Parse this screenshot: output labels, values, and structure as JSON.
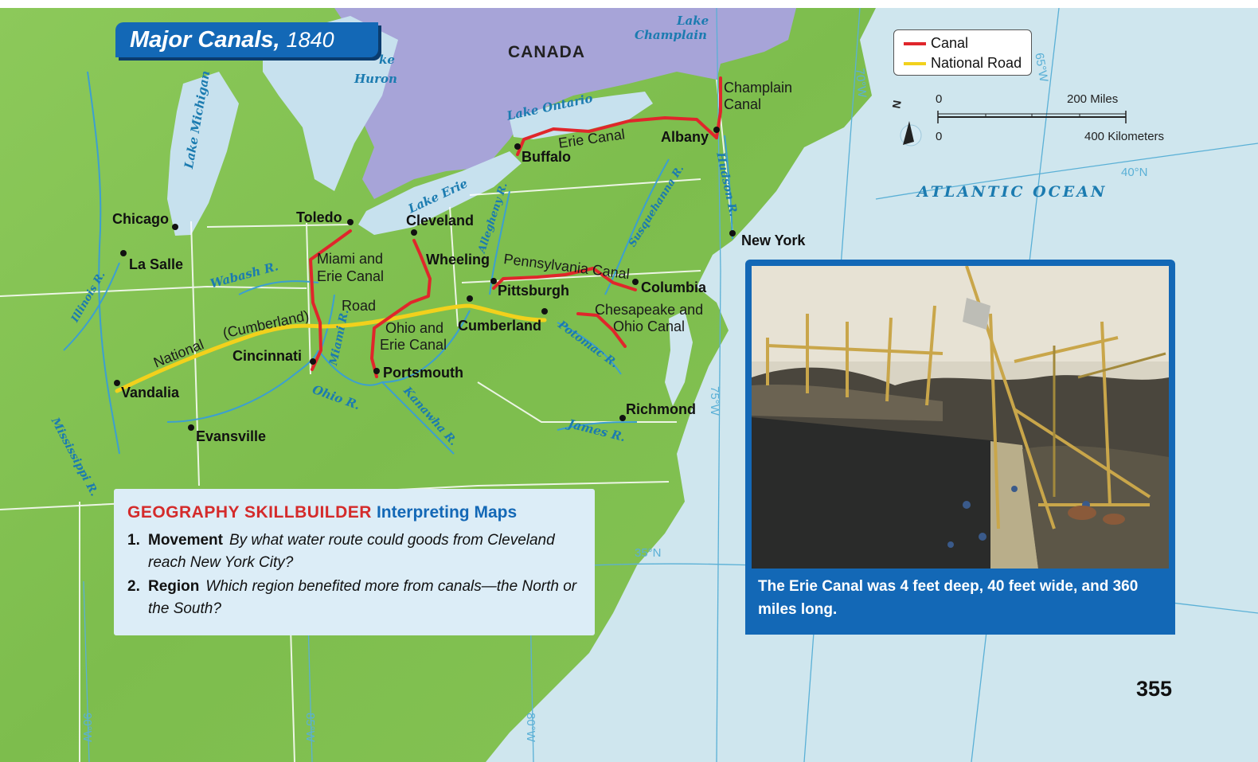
{
  "title": {
    "main": "Major Canals,",
    "year": "1840"
  },
  "legend": {
    "canal_label": "Canal",
    "road_label": "National Road",
    "canal_color": "#e0262b",
    "road_color": "#f2d11c"
  },
  "scale": {
    "zero_top": "0",
    "miles_label": "200 Miles",
    "zero_bottom": "0",
    "km_label": "400 Kilometers",
    "north_label": "N"
  },
  "regions": {
    "canada": "CANADA",
    "ocean": "ATLANTIC OCEAN"
  },
  "lakes": {
    "michigan": "Lake Michigan",
    "huron": "Huron",
    "huron_partial": "ke",
    "erie": "Lake Erie",
    "ontario": "Lake Ontario",
    "champlain_line1": "Lake",
    "champlain_line2": "Champlain"
  },
  "rivers": {
    "illinois": "Illinois R.",
    "wabash": "Wabash R.",
    "mississippi": "Mississippi R.",
    "miami": "Miami R.",
    "ohio": "Ohio R.",
    "kanawha": "Kanawha R.",
    "allegheny": "Allegheny R.",
    "susquehanna": "Susquehanna R.",
    "hudson": "Hudson R.",
    "potomac": "Potomac R.",
    "james": "James R."
  },
  "cities": {
    "chicago": "Chicago",
    "la_salle": "La Salle",
    "toledo": "Toledo",
    "cleveland": "Cleveland",
    "buffalo": "Buffalo",
    "albany": "Albany",
    "new_york": "New York",
    "wheeling": "Wheeling",
    "pittsburgh": "Pittsburgh",
    "columbia": "Columbia",
    "cumberland": "Cumberland",
    "cincinnati": "Cincinnati",
    "portsmouth": "Portsmouth",
    "vandalia": "Vandalia",
    "evansville": "Evansville",
    "richmond": "Richmond"
  },
  "canals": {
    "champlain_l1": "Champlain",
    "champlain_l2": "Canal",
    "erie": "Erie Canal",
    "miami_erie_l1": "Miami and",
    "miami_erie_l2": "Erie Canal",
    "ohio_erie_l1": "Ohio and",
    "ohio_erie_l2": "Erie Canal",
    "pennsylvania": "Pennsylvania Canal",
    "chesapeake_l1": "Chesapeake and",
    "chesapeake_l2": "Ohio Canal"
  },
  "road": {
    "word1": "National",
    "word2": "(Cumberland)",
    "word3": "Road"
  },
  "gridlines": {
    "w65": "65°W",
    "w70": "70°W",
    "w75": "75°W",
    "w80": "80°W",
    "w85": "85°W",
    "w90": "90°W",
    "n40": "40°N",
    "n35": "35°N"
  },
  "skillbuilder": {
    "heading_red": "GEOGRAPHY SKILLBUILDER",
    "heading_blue": "Interpreting Maps",
    "questions": [
      {
        "num": "1.",
        "topic": "Movement",
        "text": "By what water route could goods from Cleveland reach New York City?"
      },
      {
        "num": "2.",
        "topic": "Region",
        "text": "Which region benefited more from canals—the North or the South?"
      }
    ]
  },
  "photo_caption": "The Erie Canal was 4 feet deep, 40 feet wide, and 360 miles long.",
  "page_number": "355"
}
